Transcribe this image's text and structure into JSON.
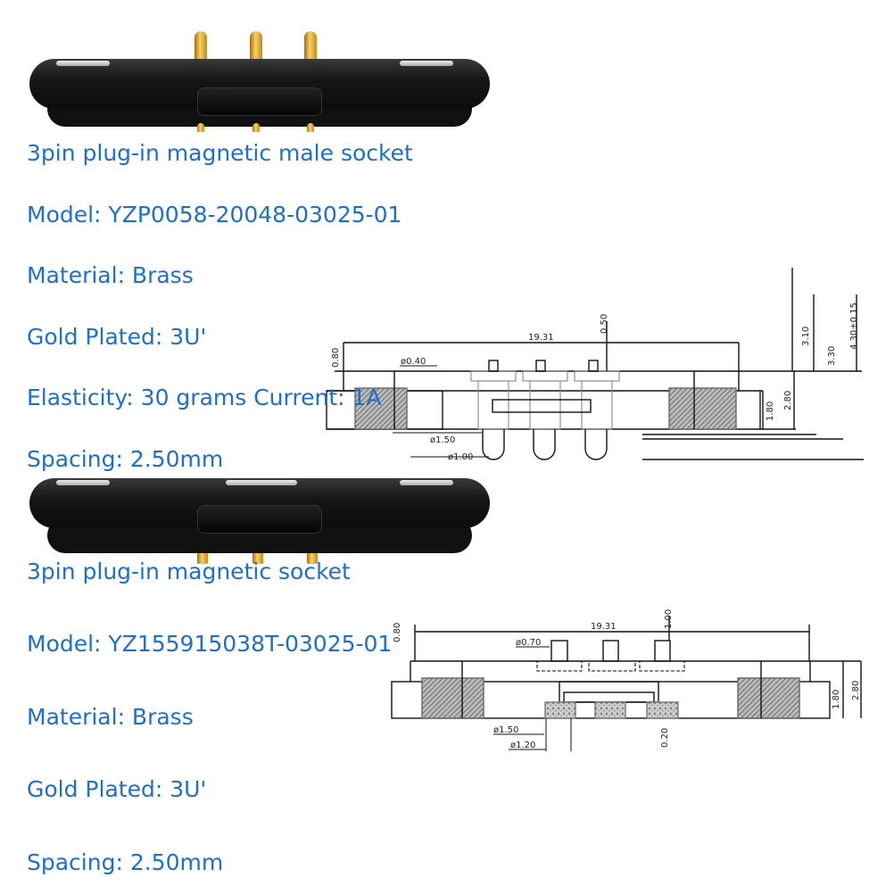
{
  "product_male": {
    "title": "3pin plug-in magnetic male socket",
    "model": "Model: YZP0058-20048-03025-01",
    "material": "Material: Brass",
    "plating": "Gold Plated: 3U'",
    "elasticity": "Elasticity: 30 grams Current: 1A",
    "spacing": "Spacing: 2.50mm",
    "drawing": {
      "overall_width": "19.31",
      "pin_protrusion": "0.50",
      "pin_dia_top": "ø0.40",
      "top_offset": "0.80",
      "height_a": "3.10",
      "height_b": "3.30",
      "height_total": "4.30±0.15",
      "body_height": "1.80",
      "height_c": "2.80",
      "pin_dia_outer": "ø1.50",
      "pin_dia_inner": "ø1.00"
    }
  },
  "product_female": {
    "title": "3pin plug-in magnetic socket",
    "model": "Model: YZ155915038T-03025-01",
    "material": "Material: Brass",
    "plating": "Gold Plated: 3U'",
    "spacing": "Spacing: 2.50mm",
    "drawing": {
      "overall_width": "19.31",
      "pin_height": "1.00",
      "pin_dia": "ø0.70",
      "top_offset": "0.80",
      "body_height": "1.80",
      "height_total": "2.80",
      "pin_dia_outer": "ø1.50",
      "pin_dia_inner": "ø1.20",
      "recess": "0.20"
    }
  }
}
